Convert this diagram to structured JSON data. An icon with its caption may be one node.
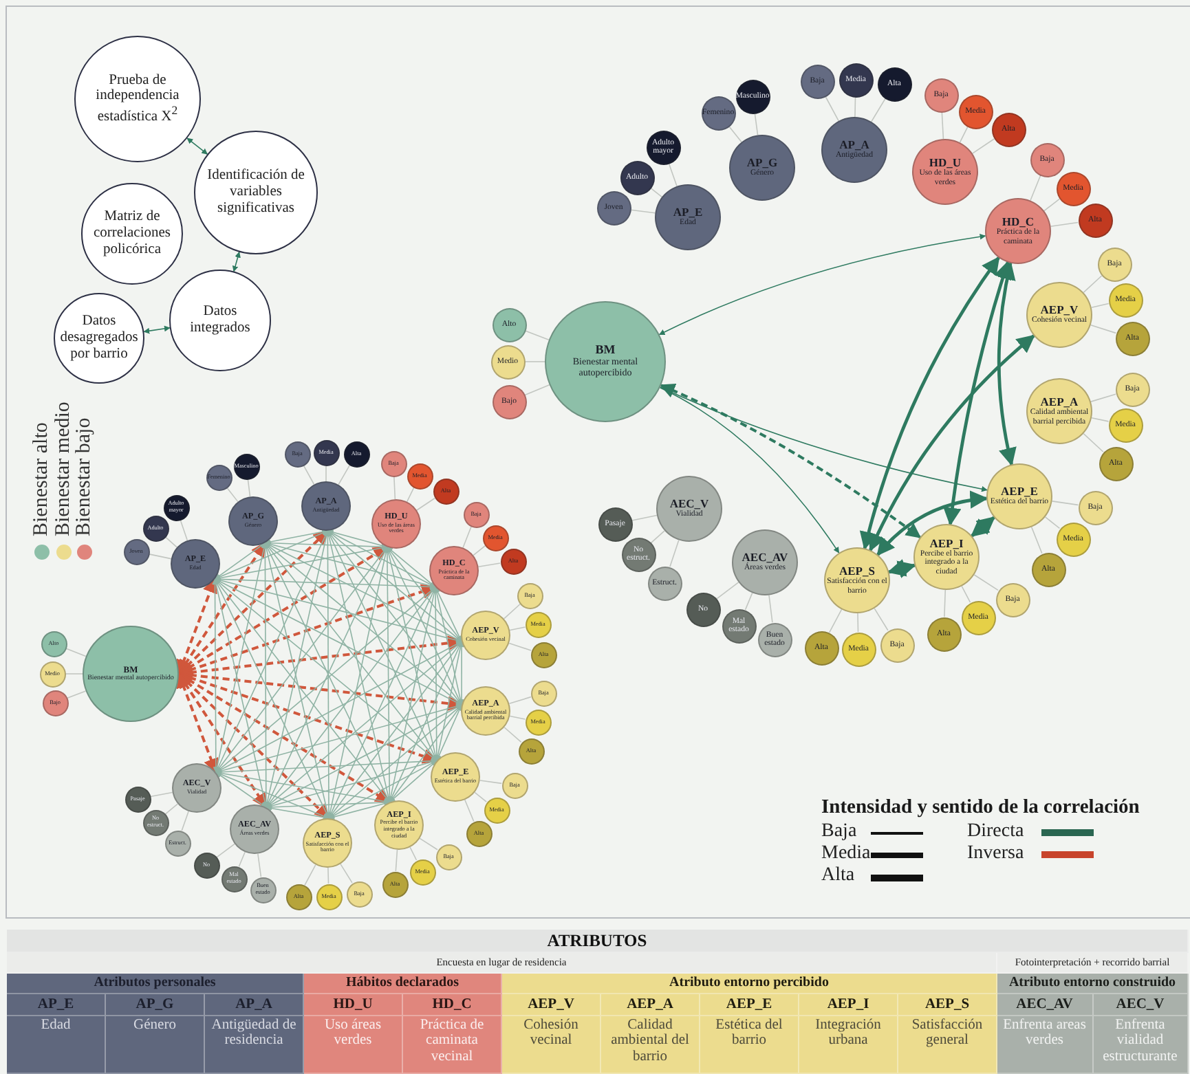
{
  "diagram": {
    "nodes": [
      {
        "text": [
          "Prueba de independencia estadística X$^{2}$"
        ]
      },
      {
        "text": [
          "Identificación de variables significativas"
        ]
      },
      {
        "text": [
          "Matriz de correlaciones policórica"
        ]
      },
      {
        "text": [
          "Datos integrados"
        ]
      },
      {
        "text": [
          "Datos desagregados por barrio"
        ]
      },
      {
        "text": [
          "AP_E",
          "Edad"
        ]
      },
      {
        "text": [
          "Joven"
        ]
      },
      {
        "text": [
          "Adulto"
        ]
      },
      {
        "text": [
          "Adulto mayor"
        ]
      },
      {
        "text": [
          "AP_G",
          "Género"
        ]
      },
      {
        "text": [
          "Femenino"
        ]
      },
      {
        "text": [
          "Masculino"
        ]
      },
      {
        "text": [
          "AP_A",
          "Antigüedad"
        ]
      },
      {
        "text": [
          "Baja"
        ]
      },
      {
        "text": [
          "Media"
        ]
      },
      {
        "text": [
          "Alta"
        ]
      },
      {
        "text": [
          "HD_U",
          "Uso de las áreas verdes"
        ]
      },
      {
        "text": [
          "Baja"
        ]
      },
      {
        "text": [
          "Media"
        ]
      },
      {
        "text": [
          "Alta"
        ]
      },
      {
        "text": [
          "HD_C",
          "Práctica de la caminata"
        ]
      },
      {
        "text": [
          "Baja"
        ]
      },
      {
        "text": [
          "Media"
        ]
      },
      {
        "text": [
          "Alta"
        ]
      },
      {
        "text": [
          "AEP_V",
          "Cohesión vecinal"
        ]
      },
      {
        "text": [
          "Baja"
        ]
      },
      {
        "text": [
          "Media"
        ]
      },
      {
        "text": [
          "Alta"
        ]
      },
      {
        "text": [
          "AEP_A",
          "Calidad ambiental barrial percibida"
        ]
      },
      {
        "text": [
          "Baja"
        ]
      },
      {
        "text": [
          "Media"
        ]
      },
      {
        "text": [
          "Alta"
        ]
      },
      {
        "text": [
          "AEP_E",
          "Estética del barrio"
        ]
      },
      {
        "text": [
          "Baja"
        ]
      },
      {
        "text": [
          "Media"
        ]
      },
      {
        "text": [
          "Alta"
        ]
      },
      {
        "text": [
          "AEP_I",
          "Percibe el barrio integrado a la ciudad"
        ]
      },
      {
        "text": [
          "Baja"
        ]
      },
      {
        "text": [
          "Media"
        ]
      },
      {
        "text": [
          "Alta"
        ]
      },
      {
        "text": [
          "AEP_S",
          "Satisfacción con el barrio"
        ]
      },
      {
        "text": [
          "Alta"
        ]
      },
      {
        "text": [
          "Media"
        ]
      },
      {
        "text": [
          "Baja"
        ]
      },
      {
        "text": [
          "AEC_AV",
          "Áreas verdes"
        ]
      },
      {
        "text": [
          "No"
        ]
      },
      {
        "text": [
          "Mal estado"
        ]
      },
      {
        "text": [
          "Buen estado"
        ]
      },
      {
        "text": [
          "AEC_V",
          "Vialidad"
        ]
      },
      {
        "text": [
          "Pasaje"
        ]
      },
      {
        "text": [
          "No estruct."
        ]
      },
      {
        "text": [
          "Estruct."
        ]
      },
      {
        "text": [
          "BM",
          "Bienestar mental autopercibido"
        ]
      },
      {
        "text": [
          "Alto"
        ]
      },
      {
        "text": [
          "Medio"
        ]
      },
      {
        "text": [
          "Bajo"
        ]
      },
      {
        "text": [
          "AP_E",
          "Edad"
        ]
      },
      {
        "text": [
          "Joven"
        ]
      },
      {
        "text": [
          "Adulto"
        ]
      },
      {
        "text": [
          "Adulto mayor"
        ]
      },
      {
        "text": [
          "AP_G",
          "Género"
        ]
      },
      {
        "text": [
          "Femenino"
        ]
      },
      {
        "text": [
          "Masculino"
        ]
      },
      {
        "text": [
          "AP_A",
          "Antigüedad"
        ]
      },
      {
        "text": [
          "Baja"
        ]
      },
      {
        "text": [
          "Media"
        ]
      },
      {
        "text": [
          "Alta"
        ]
      },
      {
        "text": [
          "HD_U",
          "Uso de las áreas verdes"
        ]
      },
      {
        "text": [
          "Baja"
        ]
      },
      {
        "text": [
          "Media"
        ]
      },
      {
        "text": [
          "Alta"
        ]
      },
      {
        "text": [
          "HD_C",
          "Práctica de la caminata"
        ]
      },
      {
        "text": [
          "Baja"
        ]
      },
      {
        "text": [
          "Media"
        ]
      },
      {
        "text": [
          "Alta"
        ]
      },
      {
        "text": [
          "AEP_V",
          "Cohesión vecinal"
        ]
      },
      {
        "text": [
          "Baja"
        ]
      },
      {
        "text": [
          "Media"
        ]
      },
      {
        "text": [
          "Alta"
        ]
      },
      {
        "text": [
          "AEP_A",
          "Calidad ambiental barrial percibida"
        ]
      },
      {
        "text": [
          "Baja"
        ]
      },
      {
        "text": [
          "Media"
        ]
      },
      {
        "text": [
          "Alta"
        ]
      },
      {
        "text": [
          "AEP_E",
          "Estética del barrio"
        ]
      },
      {
        "text": [
          "Baja"
        ]
      },
      {
        "text": [
          "Media"
        ]
      },
      {
        "text": [
          "Alta"
        ]
      },
      {
        "text": [
          "AEP_I",
          "Percibe el barrio integrado a la ciudad"
        ]
      },
      {
        "text": [
          "Baja"
        ]
      },
      {
        "text": [
          "Media"
        ]
      },
      {
        "text": [
          "Alta"
        ]
      },
      {
        "text": [
          "AEP_S",
          "Satisfacción con el barrio"
        ]
      },
      {
        "text": [
          "Alta"
        ]
      },
      {
        "text": [
          "Media"
        ]
      },
      {
        "text": [
          "Baja"
        ]
      },
      {
        "text": [
          "AEC_AV",
          "Áreas verdes"
        ]
      },
      {
        "text": [
          "No"
        ]
      },
      {
        "text": [
          "Mal estado"
        ]
      },
      {
        "text": [
          "Buen estado"
        ]
      },
      {
        "text": [
          "AEC_V",
          "Vialidad"
        ]
      },
      {
        "text": [
          "Pasaje"
        ]
      },
      {
        "text": [
          "No estruct."
        ]
      },
      {
        "text": [
          "Estruct."
        ]
      },
      {
        "text": [
          "BM",
          "Bienestar mental autopercibido"
        ]
      },
      {
        "text": [
          "Alto"
        ]
      },
      {
        "text": [
          "Medio"
        ]
      },
      {
        "text": [
          "Bajo"
        ]
      }
    ],
    "edges": [
      {
        "from": 0,
        "to": 1,
        "arrow": "both",
        "color": "#2e7a60"
      },
      {
        "from": 1,
        "to": 3,
        "arrow": "both",
        "color": "#2e7a60"
      },
      {
        "from": 3,
        "to": 4,
        "arrow": "both",
        "color": "#2e7a60"
      },
      {
        "from": 20,
        "to": 52,
        "arrow": "both",
        "color": "#2e7a60"
      },
      {
        "from": 52,
        "to": 36,
        "arrow": "both",
        "style": "dashed",
        "color": "#2e7a60"
      },
      {
        "from": 52,
        "to": 32,
        "arrow": "to",
        "color": "#2e7a60"
      },
      {
        "from": 52,
        "to": 40,
        "arrow": "to",
        "color": "#2e7a60"
      },
      {
        "from": 40,
        "to": 20,
        "arrow": "both",
        "style": "thick",
        "color": "#2e7a60"
      },
      {
        "from": 36,
        "to": 20,
        "arrow": "both",
        "style": "thick",
        "color": "#2e7a60"
      },
      {
        "from": 32,
        "to": 20,
        "arrow": "both",
        "style": "thick",
        "color": "#2e7a60"
      },
      {
        "from": 40,
        "to": 24,
        "arrow": "both",
        "style": "thick",
        "color": "#2e7a60"
      },
      {
        "from": 40,
        "to": 32,
        "arrow": "both",
        "style": "thick",
        "color": "#2e7a60"
      },
      {
        "from": 40,
        "to": 36,
        "arrow": "both",
        "style": "thick",
        "color": "#2e7a60"
      },
      {
        "from": 36,
        "to": 32,
        "arrow": "both",
        "style": "thick",
        "color": "#2e7a60"
      },
      {
        "from": 5,
        "to": 6,
        "arrow": "none"
      },
      {
        "from": 5,
        "to": 7,
        "arrow": "none"
      },
      {
        "from": 5,
        "to": 8,
        "arrow": "none"
      },
      {
        "from": 9,
        "to": 10,
        "arrow": "none"
      },
      {
        "from": 9,
        "to": 11,
        "arrow": "none"
      },
      {
        "from": 12,
        "to": 13,
        "arrow": "none"
      },
      {
        "from": 12,
        "to": 14,
        "arrow": "none"
      },
      {
        "from": 12,
        "to": 15,
        "arrow": "none"
      },
      {
        "from": 16,
        "to": 17,
        "arrow": "none"
      },
      {
        "from": 16,
        "to": 18,
        "arrow": "none"
      },
      {
        "from": 16,
        "to": 19,
        "arrow": "none"
      },
      {
        "from": 20,
        "to": 21,
        "arrow": "none"
      },
      {
        "from": 20,
        "to": 22,
        "arrow": "none"
      },
      {
        "from": 20,
        "to": 23,
        "arrow": "none"
      },
      {
        "from": 24,
        "to": 25,
        "arrow": "none"
      },
      {
        "from": 24,
        "to": 26,
        "arrow": "none"
      },
      {
        "from": 24,
        "to": 27,
        "arrow": "none"
      },
      {
        "from": 28,
        "to": 29,
        "arrow": "none"
      },
      {
        "from": 28,
        "to": 30,
        "arrow": "none"
      },
      {
        "from": 28,
        "to": 31,
        "arrow": "none"
      },
      {
        "from": 32,
        "to": 33,
        "arrow": "none"
      },
      {
        "from": 32,
        "to": 34,
        "arrow": "none"
      },
      {
        "from": 32,
        "to": 35,
        "arrow": "none"
      },
      {
        "from": 36,
        "to": 37,
        "arrow": "none"
      },
      {
        "from": 36,
        "to": 38,
        "arrow": "none"
      },
      {
        "from": 36,
        "to": 39,
        "arrow": "none"
      },
      {
        "from": 40,
        "to": 41,
        "arrow": "none"
      },
      {
        "from": 40,
        "to": 42,
        "arrow": "none"
      },
      {
        "from": 40,
        "to": 43,
        "arrow": "none"
      },
      {
        "from": 44,
        "to": 45,
        "arrow": "none"
      },
      {
        "from": 44,
        "to": 46,
        "arrow": "none"
      },
      {
        "from": 44,
        "to": 47,
        "arrow": "none"
      },
      {
        "from": 48,
        "to": 49,
        "arrow": "none"
      },
      {
        "from": 48,
        "to": 50,
        "arrow": "none"
      },
      {
        "from": 48,
        "to": 51,
        "arrow": "none"
      },
      {
        "from": 52,
        "to": 53,
        "arrow": "none"
      },
      {
        "from": 52,
        "to": 54,
        "arrow": "none"
      },
      {
        "from": 52,
        "to": 55,
        "arrow": "none"
      },
      {
        "from": 56,
        "to": 57,
        "arrow": "none"
      },
      {
        "from": 56,
        "to": 58,
        "arrow": "none"
      },
      {
        "from": 56,
        "to": 59,
        "arrow": "none"
      },
      {
        "from": 60,
        "to": 61,
        "arrow": "none"
      },
      {
        "from": 60,
        "to": 62,
        "arrow": "none"
      },
      {
        "from": 63,
        "to": 64,
        "arrow": "none"
      },
      {
        "from": 63,
        "to": 65,
        "arrow": "none"
      },
      {
        "from": 63,
        "to": 66,
        "arrow": "none"
      },
      {
        "from": 67,
        "to": 68,
        "arrow": "none"
      },
      {
        "from": 67,
        "to": 69,
        "arrow": "none"
      },
      {
        "from": 67,
        "to": 70,
        "arrow": "none"
      },
      {
        "from": 71,
        "to": 72,
        "arrow": "none"
      },
      {
        "from": 71,
        "to": 73,
        "arrow": "none"
      },
      {
        "from": 71,
        "to": 74,
        "arrow": "none"
      },
      {
        "from": 75,
        "to": 76,
        "arrow": "none"
      },
      {
        "from": 75,
        "to": 77,
        "arrow": "none"
      },
      {
        "from": 75,
        "to": 78,
        "arrow": "none"
      },
      {
        "from": 79,
        "to": 80,
        "arrow": "none"
      },
      {
        "from": 79,
        "to": 81,
        "arrow": "none"
      },
      {
        "from": 79,
        "to": 82,
        "arrow": "none"
      },
      {
        "from": 83,
        "to": 84,
        "arrow": "none"
      },
      {
        "from": 83,
        "to": 85,
        "arrow": "none"
      },
      {
        "from": 83,
        "to": 86,
        "arrow": "none"
      },
      {
        "from": 87,
        "to": 88,
        "arrow": "none"
      },
      {
        "from": 87,
        "to": 89,
        "arrow": "none"
      },
      {
        "from": 87,
        "to": 90,
        "arrow": "none"
      },
      {
        "from": 91,
        "to": 92,
        "arrow": "none"
      },
      {
        "from": 91,
        "to": 93,
        "arrow": "none"
      },
      {
        "from": 91,
        "to": 94,
        "arrow": "none"
      },
      {
        "from": 95,
        "to": 96,
        "arrow": "none"
      },
      {
        "from": 95,
        "to": 97,
        "arrow": "none"
      },
      {
        "from": 95,
        "to": 98,
        "arrow": "none"
      },
      {
        "from": 99,
        "to": 100,
        "arrow": "none"
      },
      {
        "from": 99,
        "to": 101,
        "arrow": "none"
      },
      {
        "from": 99,
        "to": 102,
        "arrow": "none"
      },
      {
        "from": 103,
        "to": 104,
        "arrow": "none"
      },
      {
        "from": 103,
        "to": 105,
        "arrow": "none"
      },
      {
        "from": 103,
        "to": 106,
        "arrow": "none"
      },
      {
        "from": 103,
        "to": 56,
        "arrow": "both",
        "style": "dashed",
        "color": "#d0573c"
      },
      {
        "from": 103,
        "to": 60,
        "arrow": "both",
        "style": "dashed",
        "color": "#d0573c"
      },
      {
        "from": 103,
        "to": 63,
        "arrow": "both",
        "style": "dashed",
        "color": "#d0573c"
      },
      {
        "from": 103,
        "to": 67,
        "arrow": "both",
        "style": "dashed",
        "color": "#d0573c"
      },
      {
        "from": 103,
        "to": 71,
        "arrow": "both",
        "style": "dashed",
        "color": "#d0573c"
      },
      {
        "from": 103,
        "to": 75,
        "arrow": "both",
        "style": "dashed",
        "color": "#d0573c"
      },
      {
        "from": 103,
        "to": 79,
        "arrow": "both",
        "style": "dashed",
        "color": "#d0573c"
      },
      {
        "from": 103,
        "to": 83,
        "arrow": "both",
        "style": "dashed",
        "color": "#d0573c"
      },
      {
        "from": 103,
        "to": 87,
        "arrow": "both",
        "style": "dashed",
        "color": "#d0573c"
      },
      {
        "from": 103,
        "to": 91,
        "arrow": "both",
        "style": "dashed",
        "color": "#d0573c"
      },
      {
        "from": 103,
        "to": 95,
        "arrow": "both",
        "style": "dashed",
        "color": "#d0573c"
      },
      {
        "from": 103,
        "to": 99,
        "arrow": "both",
        "style": "dashed",
        "color": "#d0573c"
      },
      {
        "from": 56,
        "to": 60,
        "arrow": "both",
        "color": "#8fb3a4"
      },
      {
        "from": 56,
        "to": 63,
        "arrow": "both",
        "color": "#8fb3a4"
      },
      {
        "from": 56,
        "to": 67,
        "arrow": "both",
        "color": "#8fb3a4"
      },
      {
        "from": 56,
        "to": 71,
        "arrow": "both",
        "color": "#8fb3a4"
      },
      {
        "from": 56,
        "to": 75,
        "arrow": "both",
        "color": "#8fb3a4"
      },
      {
        "from": 56,
        "to": 79,
        "arrow": "both",
        "color": "#8fb3a4"
      },
      {
        "from": 56,
        "to": 83,
        "arrow": "both",
        "color": "#8fb3a4"
      },
      {
        "from": 56,
        "to": 87,
        "arrow": "both",
        "color": "#8fb3a4"
      },
      {
        "from": 56,
        "to": 91,
        "arrow": "both",
        "color": "#8fb3a4"
      },
      {
        "from": 56,
        "to": 95,
        "arrow": "both",
        "color": "#8fb3a4"
      },
      {
        "from": 56,
        "to": 99,
        "arrow": "both",
        "color": "#8fb3a4"
      },
      {
        "from": 60,
        "to": 63,
        "arrow": "both",
        "color": "#8fb3a4"
      },
      {
        "from": 60,
        "to": 67,
        "arrow": "both",
        "color": "#8fb3a4"
      },
      {
        "from": 60,
        "to": 71,
        "arrow": "both",
        "color": "#8fb3a4"
      },
      {
        "from": 60,
        "to": 75,
        "arrow": "both",
        "color": "#8fb3a4"
      },
      {
        "from": 60,
        "to": 79,
        "arrow": "both",
        "color": "#8fb3a4"
      },
      {
        "from": 60,
        "to": 83,
        "arrow": "both",
        "color": "#8fb3a4"
      },
      {
        "from": 60,
        "to": 87,
        "arrow": "both",
        "color": "#8fb3a4"
      },
      {
        "from": 60,
        "to": 91,
        "arrow": "both",
        "color": "#8fb3a4"
      },
      {
        "from": 60,
        "to": 95,
        "arrow": "both",
        "color": "#8fb3a4"
      },
      {
        "from": 60,
        "to": 99,
        "arrow": "both",
        "color": "#8fb3a4"
      },
      {
        "from": 63,
        "to": 67,
        "arrow": "both",
        "color": "#8fb3a4"
      },
      {
        "from": 63,
        "to": 71,
        "arrow": "both",
        "color": "#8fb3a4"
      },
      {
        "from": 63,
        "to": 75,
        "arrow": "both",
        "color": "#8fb3a4"
      },
      {
        "from": 63,
        "to": 79,
        "arrow": "both",
        "color": "#8fb3a4"
      },
      {
        "from": 63,
        "to": 83,
        "arrow": "both",
        "color": "#8fb3a4"
      },
      {
        "from": 63,
        "to": 87,
        "arrow": "both",
        "color": "#8fb3a4"
      },
      {
        "from": 63,
        "to": 91,
        "arrow": "both",
        "color": "#8fb3a4"
      },
      {
        "from": 63,
        "to": 95,
        "arrow": "both",
        "color": "#8fb3a4"
      },
      {
        "from": 63,
        "to": 99,
        "arrow": "both",
        "color": "#8fb3a4"
      },
      {
        "from": 67,
        "to": 71,
        "arrow": "both",
        "color": "#8fb3a4"
      },
      {
        "from": 67,
        "to": 75,
        "arrow": "both",
        "color": "#8fb3a4"
      },
      {
        "from": 67,
        "to": 79,
        "arrow": "both",
        "color": "#8fb3a4"
      },
      {
        "from": 67,
        "to": 83,
        "arrow": "both",
        "color": "#8fb3a4"
      },
      {
        "from": 67,
        "to": 87,
        "arrow": "both",
        "color": "#8fb3a4"
      },
      {
        "from": 67,
        "to": 91,
        "arrow": "both",
        "color": "#8fb3a4"
      },
      {
        "from": 67,
        "to": 95,
        "arrow": "both",
        "color": "#8fb3a4"
      },
      {
        "from": 67,
        "to": 99,
        "arrow": "both",
        "color": "#8fb3a4"
      },
      {
        "from": 71,
        "to": 75,
        "arrow": "both",
        "color": "#8fb3a4"
      },
      {
        "from": 71,
        "to": 79,
        "arrow": "both",
        "color": "#8fb3a4"
      },
      {
        "from": 71,
        "to": 83,
        "arrow": "both",
        "color": "#8fb3a4"
      },
      {
        "from": 71,
        "to": 87,
        "arrow": "both",
        "color": "#8fb3a4"
      },
      {
        "from": 71,
        "to": 91,
        "arrow": "both",
        "color": "#8fb3a4"
      },
      {
        "from": 71,
        "to": 95,
        "arrow": "both",
        "color": "#8fb3a4"
      },
      {
        "from": 71,
        "to": 99,
        "arrow": "both",
        "color": "#8fb3a4"
      },
      {
        "from": 75,
        "to": 79,
        "arrow": "both",
        "color": "#8fb3a4"
      },
      {
        "from": 75,
        "to": 83,
        "arrow": "both",
        "color": "#8fb3a4"
      },
      {
        "from": 75,
        "to": 87,
        "arrow": "both",
        "color": "#8fb3a4"
      },
      {
        "from": 75,
        "to": 91,
        "arrow": "both",
        "color": "#8fb3a4"
      },
      {
        "from": 75,
        "to": 95,
        "arrow": "both",
        "color": "#8fb3a4"
      },
      {
        "from": 75,
        "to": 99,
        "arrow": "both",
        "color": "#8fb3a4"
      },
      {
        "from": 79,
        "to": 83,
        "arrow": "both",
        "color": "#8fb3a4"
      },
      {
        "from": 79,
        "to": 87,
        "arrow": "both",
        "color": "#8fb3a4"
      },
      {
        "from": 79,
        "to": 91,
        "arrow": "both",
        "color": "#8fb3a4"
      },
      {
        "from": 79,
        "to": 95,
        "arrow": "both",
        "color": "#8fb3a4"
      },
      {
        "from": 79,
        "to": 99,
        "arrow": "both",
        "color": "#8fb3a4"
      },
      {
        "from": 83,
        "to": 87,
        "arrow": "both",
        "color": "#8fb3a4"
      },
      {
        "from": 83,
        "to": 91,
        "arrow": "both",
        "color": "#8fb3a4"
      },
      {
        "from": 83,
        "to": 95,
        "arrow": "both",
        "color": "#8fb3a4"
      },
      {
        "from": 83,
        "to": 99,
        "arrow": "both",
        "color": "#8fb3a4"
      },
      {
        "from": 87,
        "to": 91,
        "arrow": "both",
        "color": "#8fb3a4"
      },
      {
        "from": 87,
        "to": 95,
        "arrow": "both",
        "color": "#8fb3a4"
      },
      {
        "from": 87,
        "to": 99,
        "arrow": "both",
        "color": "#8fb3a4"
      },
      {
        "from": 91,
        "to": 95,
        "arrow": "both",
        "color": "#8fb3a4"
      },
      {
        "from": 91,
        "to": 99,
        "arrow": "both",
        "color": "#8fb3a4"
      },
      {
        "from": 95,
        "to": 99,
        "arrow": "both",
        "color": "#8fb3a4"
      }
    ],
    "labels": [
      "Intensidad y sentido de la correlación",
      "ATRIBUTOS",
      "Encuesta en lugar de residencia",
      "Fotointerpretación + recorrido barrial",
      "Atributos personales",
      "Hábitos declarados",
      "Atributo entorno percibido",
      "Atributo entorno construido",
      "AP_E",
      "AP_G",
      "AP_A",
      "HD_U",
      "HD_C",
      "AEP_V",
      "AEP_A",
      "AEP_E",
      "AEP_I",
      "AEP_S",
      "AEC_AV",
      "AEC_V",
      "Edad",
      "Género",
      "Antigüedad de residencia",
      "Uso áreas verdes",
      "Práctica de caminata vecinal",
      "Cohesión vecinal",
      "Calidad ambiental del barrio",
      "Estética del barrio",
      "Integración urbana",
      "Satisfacción general",
      "Enfrenta areas verdes",
      "Enfrenta vialidad estructurante"
    ],
    "legend": [
      {
        "text": "Bienestar alto",
        "color": "#8dbfa8"
      },
      {
        "text": "Bienestar medio",
        "color": "#ecdc8e"
      },
      {
        "text": "Bienestar bajo",
        "color": "#e0857c"
      },
      {
        "text": "Baja"
      },
      {
        "text": "Media"
      },
      {
        "text": "Alta"
      },
      {
        "text": "Directa",
        "color": "#2a6651"
      },
      {
        "text": "Inversa",
        "color": "#c8442c"
      }
    ]
  }
}
